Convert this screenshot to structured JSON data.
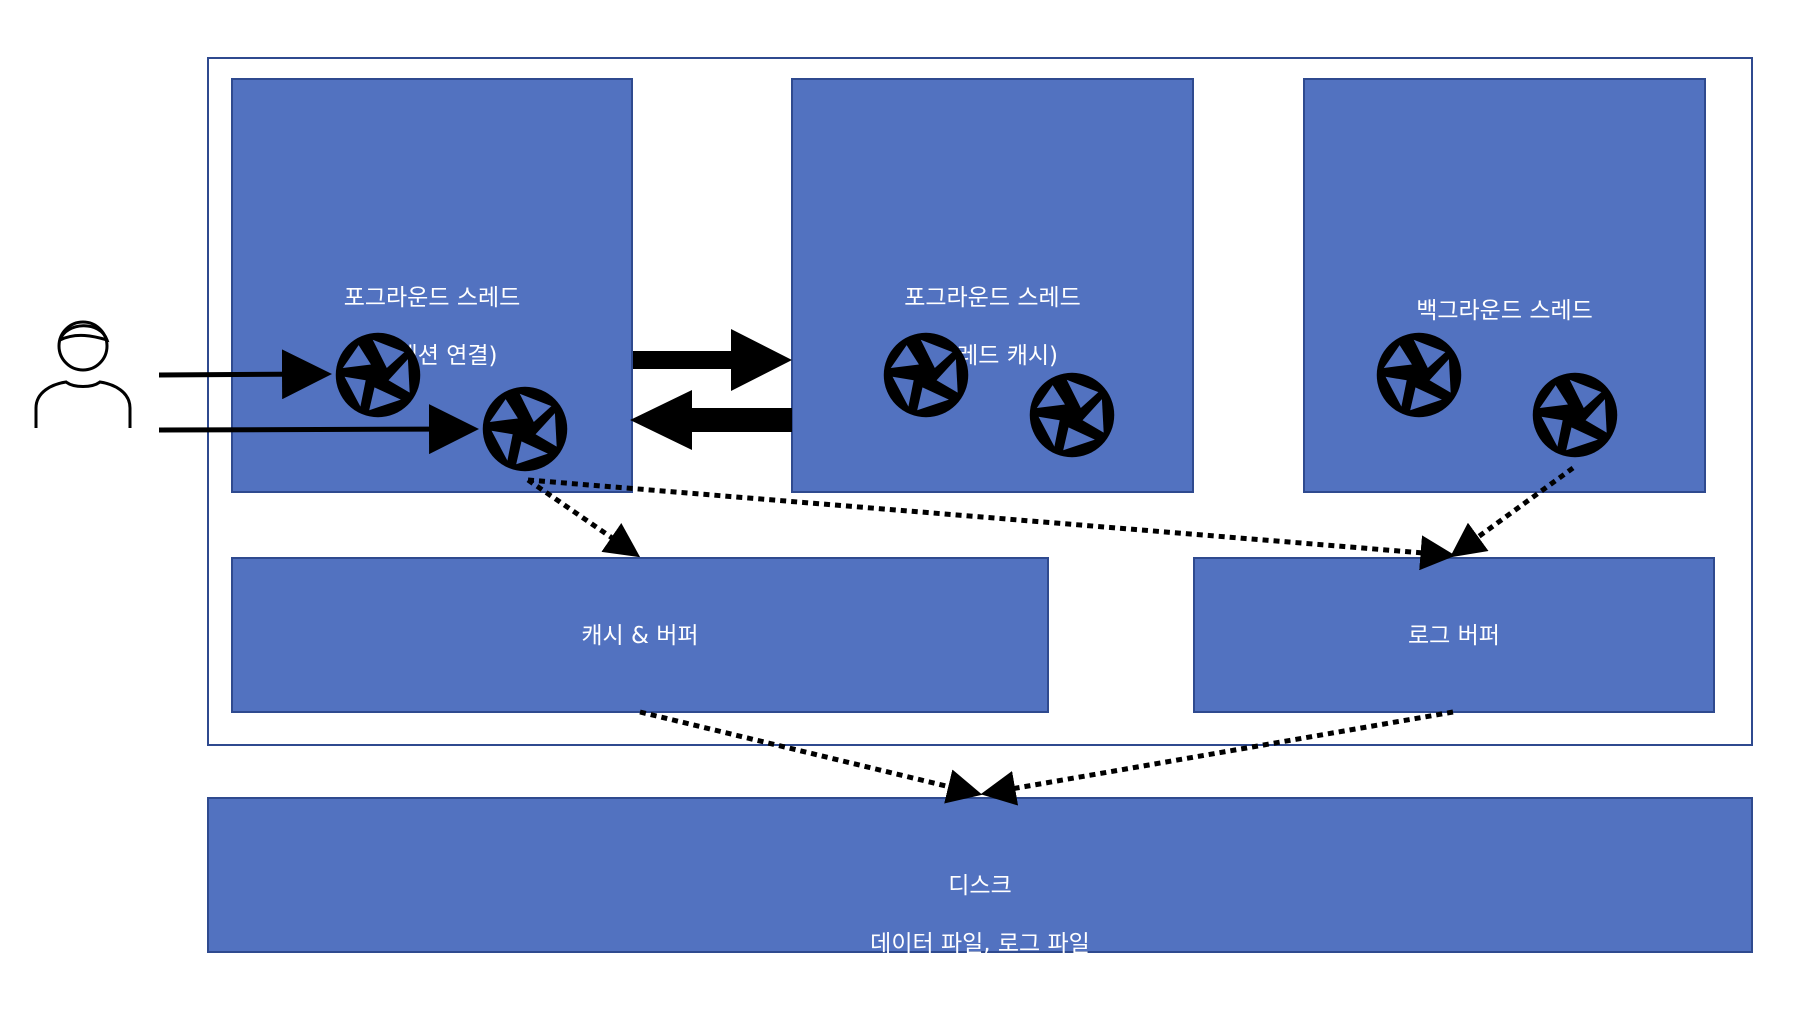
{
  "diagram": {
    "threads": {
      "fg_connection": {
        "line1": "포그라운드 스레드",
        "line2": "(커넥션 연결)"
      },
      "fg_cache": {
        "line1": "포그라운드 스레드",
        "line2": "(스레드 캐시)"
      },
      "background": {
        "line1": "백그라운드 스레드"
      }
    },
    "buffers": {
      "cache_buffer": "캐시 & 버퍼",
      "log_buffer": "로그 버퍼"
    },
    "disk": {
      "line1": "디스크",
      "line2": "데이터 파일, 로그 파일"
    },
    "icons": {
      "thread": "shutter-icon",
      "user": "user-icon"
    },
    "colors": {
      "box_fill": "#5272c0",
      "box_border": "#2f4a8f",
      "text": "#ffffff",
      "arrow": "#000000"
    }
  }
}
